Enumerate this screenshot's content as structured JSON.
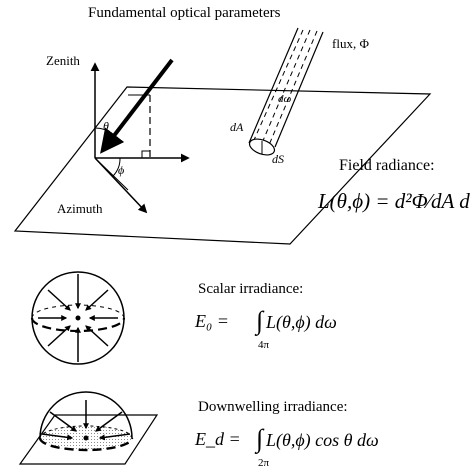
{
  "title": "Fundamental optical parameters",
  "labels": {
    "zenith": "Zenith",
    "azimuth": "Azimuth",
    "flux": "flux, Φ",
    "solid_angle": "dω",
    "area": "dA",
    "surface": "dS",
    "theta": "θ",
    "phi": "ϕ"
  },
  "field_radiance": {
    "title": "Field radiance:",
    "equation": "L(θ,ϕ) = d²Φ⁄dA d"
  },
  "scalar_irradiance": {
    "title": "Scalar irradiance:",
    "lhs": "E₀ =",
    "integral": "∫",
    "integrand": "L(θ,ϕ) dω",
    "limit": "4π"
  },
  "downwelling_irradiance": {
    "title": "Downwelling irradiance:",
    "lhs": "E_d =",
    "integral": "∫",
    "integrand": "L(θ,ϕ) cos θ dω",
    "limit": "2π"
  }
}
